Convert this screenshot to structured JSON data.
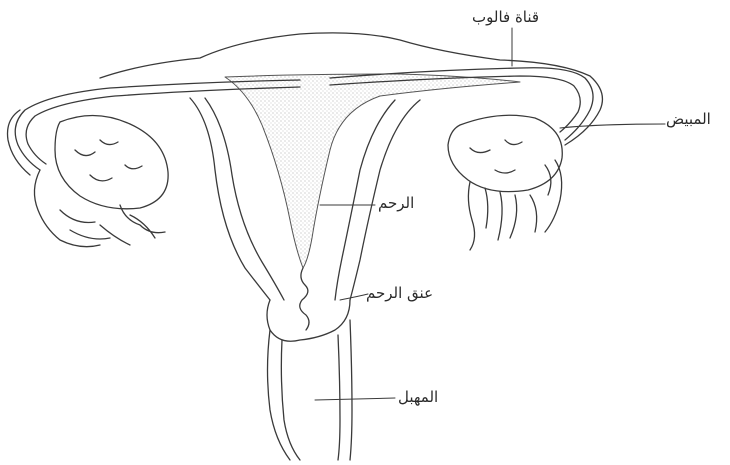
{
  "labels": {
    "fallopian_tube": "قناة فالوب",
    "ovary": "المبيض",
    "uterus": "الرحم",
    "cervix": "عنق الرحم",
    "vagina": "المهبل"
  },
  "colors": {
    "ink": "#3a3a3a",
    "paper": "#ffffff",
    "stipple": "#b8b8b8"
  }
}
